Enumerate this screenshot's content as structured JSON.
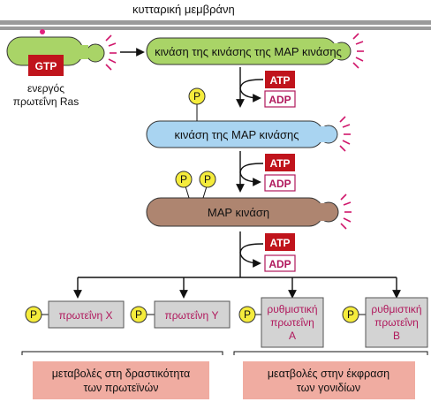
{
  "membrane_label": "κυτταρική μεμβράνη",
  "ras": {
    "gtp": "GTP",
    "label_line1": "ενεργός",
    "label_line2": "πρωτεΐνη Ras"
  },
  "kinases": {
    "mapkkk": "κινάση της κινάσης της MAP κινάσης",
    "mapkk": "κινάση της MAP κινάσης",
    "mapk": "MAP κινάση"
  },
  "atp": "ATP",
  "adp": "ADP",
  "phosphate": "P",
  "targets": {
    "protein_x": "πρωτεΐνη X",
    "protein_y": "πρωτεΐνη Y",
    "reg_a": [
      "ρυθμιστική",
      "πρωτεΐνη",
      "A"
    ],
    "reg_b": [
      "ρυθμιστική",
      "πρωτεΐνη",
      "B"
    ]
  },
  "outcomes": {
    "activity": [
      "μεταβολές στη δραστικότητα",
      "των πρωτεϊνών"
    ],
    "expression": [
      "μεατβολές στην έκφραση",
      "των γονιδίων"
    ]
  },
  "colors": {
    "green": "#a9d467",
    "blue": "#a9d4f1",
    "brown": "#ae8570",
    "atp": "#c0141c",
    "adp_text": "#b0185c",
    "phosphate": "#f5ec3c",
    "protein_box": "#d3d3d3",
    "outcome_box": "#f0aca1"
  }
}
